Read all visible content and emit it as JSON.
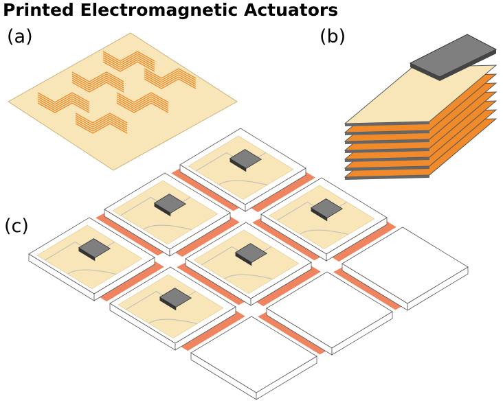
{
  "title": "Printed Electromagnetic Actuators",
  "labels": {
    "a": "(a)",
    "b": "(b)",
    "c": "(c)"
  },
  "colors": {
    "substrate": "#f8e6b8",
    "coil": "#f08a2a",
    "strip": "#ef8560",
    "chip": "#7f7f7f",
    "outline": "#555555"
  },
  "grid": {
    "rows": 3,
    "cols": 3,
    "empty_tiles": [
      [
        2,
        0
      ],
      [
        2,
        1
      ],
      [
        2,
        2
      ]
    ]
  },
  "stack": {
    "layers": 7
  }
}
